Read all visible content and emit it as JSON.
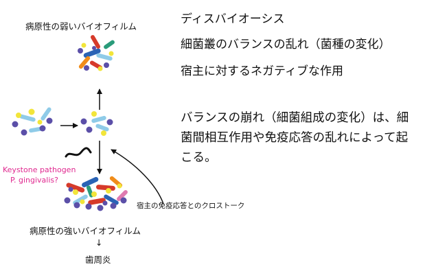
{
  "left_panel": {
    "weak_biofilm_label": "病原性の弱いバイオフィルム",
    "keystone_line1": "Keystone pathogen",
    "keystone_line2": "P. gingivalis?",
    "crosstalk_label": "宿主の免疫応答とのクロストーク",
    "strong_biofilm_label": "病原性の強いバイオフィルム",
    "down_arrow_glyph": "↓",
    "periodontitis_label": "歯周炎"
  },
  "right_panel": {
    "dysbiosis_title": "ディスバイオーシス",
    "bullet1": "細菌叢のバランスの乱れ（菌種の変化）",
    "bullet2": "宿主に対するネガティブな作用",
    "explanation_lines": [
      "バランスの崩れ（細菌組成の変化）は、細",
      "菌間相互作用や免疫応答の乱れによって起",
      "こる。"
    ]
  },
  "colors": {
    "pink_text": "#e0288f",
    "bacteria_purple": "#5b4fa8",
    "bacteria_yellow": "#f2e53a",
    "bacteria_lightblue": "#8fcbe8",
    "bacteria_red": "#d63a2a",
    "bacteria_orange": "#f08c1a",
    "bacteria_blue": "#2a63b5"
  }
}
